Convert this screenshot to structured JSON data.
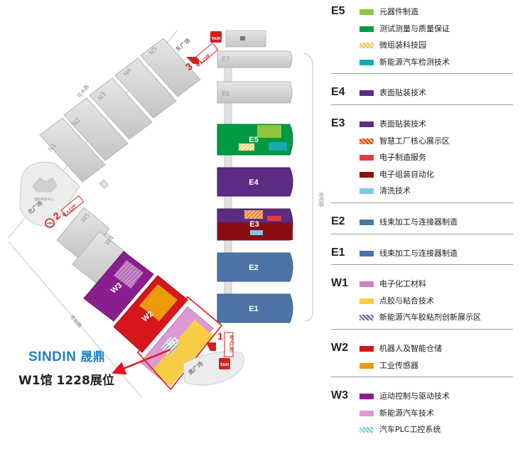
{
  "halls": {
    "E7": "E7",
    "E6": "E6",
    "E5": "E5",
    "E4": "E4",
    "E3": "E3",
    "E2": "E2",
    "E1": "E1",
    "N1": "N1",
    "N2": "N2",
    "N3": "N3",
    "N4": "N4",
    "N5": "N5",
    "W1": "W1",
    "W2": "W2",
    "W3": "W3",
    "W4": "W4",
    "W5": "W5"
  },
  "roads": {
    "huamu": "花木路",
    "longyang": "龙阳路",
    "fangdian": "芳甸路"
  },
  "plazas": {
    "east": "东广场",
    "north": "北广场",
    "south": "南广场"
  },
  "entrances": {
    "e3": {
      "num": "3",
      "label": "号入口厅"
    },
    "e2": {
      "num": "2",
      "label": "号入口厅"
    },
    "e1": {
      "num": "1",
      "label": "号入口厅"
    }
  },
  "taxi": "TAXI",
  "north_building": "国际商务中心",
  "callout": {
    "brand": "SINDIN",
    "brand_cn": "晟鼎",
    "booth": "W1馆 1228展位"
  },
  "colors": {
    "green_light": "#8cc63f",
    "green": "#009a44",
    "teal": "#17a9b4",
    "purple": "#5b2c83",
    "red": "#e53a45",
    "dark_red": "#8b0d14",
    "sky": "#7fc6e8",
    "steel_blue": "#4d74a6",
    "pink": "#cf7fc0",
    "yellow": "#f7cd46",
    "w2_red": "#d7151c",
    "orange": "#ee9a0d",
    "magenta_purple": "#8a1e8e",
    "light_pink": "#dc9ad2",
    "hall_grey": "#d4d4d4"
  },
  "legend": [
    {
      "code": "E5",
      "items": [
        {
          "label": "元器件制造",
          "swatch": "green_light"
        },
        {
          "label": "测试测量与质量保证",
          "swatch": "green"
        },
        {
          "label": "微组装科技园",
          "swatch": "hatch_yellow"
        },
        {
          "label": "新能源汽车检测技术",
          "swatch": "teal"
        }
      ]
    },
    {
      "code": "E4",
      "items": [
        {
          "label": "表面贴装技术",
          "swatch": "purple"
        }
      ]
    },
    {
      "code": "E3",
      "items": [
        {
          "label": "表面贴装技术",
          "swatch": "purple"
        },
        {
          "label": "智慧工厂核心展示区",
          "swatch": "hatch_orange"
        },
        {
          "label": "电子制造服务",
          "swatch": "red"
        },
        {
          "label": "电子组装自动化",
          "swatch": "dark_red"
        },
        {
          "label": "清洗技术",
          "swatch": "sky"
        }
      ]
    },
    {
      "code": "E2",
      "items": [
        {
          "label": "线束加工与连接器制造",
          "swatch": "steel_blue"
        }
      ]
    },
    {
      "code": "E1",
      "items": [
        {
          "label": "线束加工与连接器制造",
          "swatch": "steel_blue"
        }
      ]
    },
    {
      "code": "W1",
      "items": [
        {
          "label": "电子化工材料",
          "swatch": "pink"
        },
        {
          "label": "点胶与粘合技术",
          "swatch": "yellow"
        },
        {
          "label": "新能源汽车胶粘剂创新展示区",
          "swatch": "hatch_blue"
        }
      ]
    },
    {
      "code": "W2",
      "items": [
        {
          "label": "机器人及智能仓储",
          "swatch": "w2_red"
        },
        {
          "label": "工业传感器",
          "swatch": "orange"
        }
      ]
    },
    {
      "code": "W3",
      "items": [
        {
          "label": "运动控制与驱动技术",
          "swatch": "magenta_purple"
        },
        {
          "label": "新能源汽车技术",
          "swatch": "light_pink"
        },
        {
          "label": "汽车PLC工控系统",
          "swatch": "hatch_teal"
        }
      ]
    }
  ]
}
